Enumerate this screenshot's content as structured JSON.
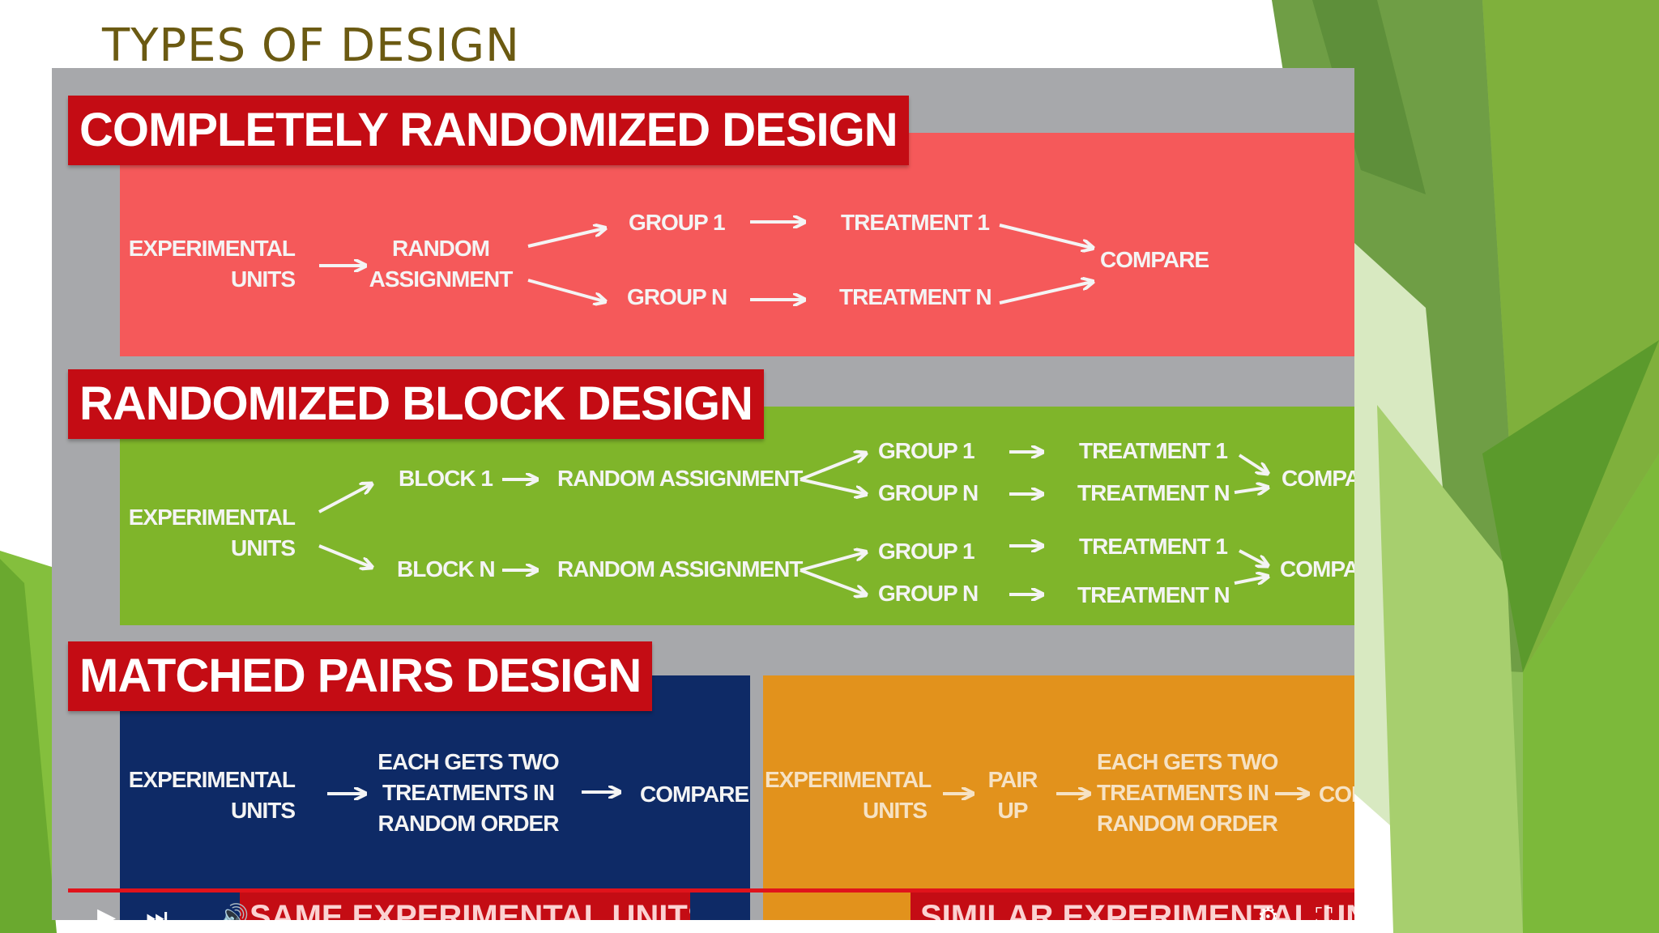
{
  "slide": {
    "title": "TYPES OF DESIGN"
  },
  "colors": {
    "title": "#6b5a12",
    "crd_panel": "#f5595a",
    "rbd_panel": "#7fb52a",
    "mp_panel_left": "#0e2a66",
    "mp_panel_right": "#e2921c",
    "banner": "#c40c14",
    "green_accent": "#7dba35"
  },
  "crd": {
    "banner": "COMPLETELY RANDOMIZED DESIGN",
    "units_line1": "EXPERIMENTAL",
    "units_line2": "UNITS",
    "assign_line1": "RANDOM",
    "assign_line2": "ASSIGNMENT",
    "group1": "GROUP 1",
    "groupn": "GROUP N",
    "treatment1": "TREATMENT 1",
    "treatmentn": "TREATMENT N",
    "compare": "COMPARE"
  },
  "rbd": {
    "banner": "RANDOMIZED BLOCK DESIGN",
    "units_line1": "EXPERIMENTAL",
    "units_line2": "UNITS",
    "block1": "BLOCK 1",
    "blockn": "BLOCK N",
    "assign": "RANDOM ASSIGNMENT",
    "group1": "GROUP 1",
    "groupn": "GROUP N",
    "treatment1": "TREATMENT 1",
    "treatmentn": "TREATMENT N",
    "compare": "COMPA"
  },
  "mp": {
    "banner": "MATCHED PAIRS DESIGN",
    "units_line1": "EXPERIMENTAL",
    "units_line2": "UNITS",
    "each_line1": "EACH GETS TWO",
    "each_line2": "TREATMENTS IN",
    "each_line3": "RANDOM ORDER",
    "compare": "COMPARE",
    "pair_line1": "PAIR",
    "pair_line2": "UP",
    "compare_cut": "COI",
    "tab_left": "SAME EXPERIMENTAL UNITS",
    "tab_right": "SIMILAR EXPERIMENTAL UNITS"
  },
  "video": {
    "play_icon": "play-icon",
    "next_icon": "next-icon",
    "volume_icon": "volume-icon",
    "settings_icon": "settings-icon",
    "fullscreen_icon": "fullscreen-icon"
  }
}
